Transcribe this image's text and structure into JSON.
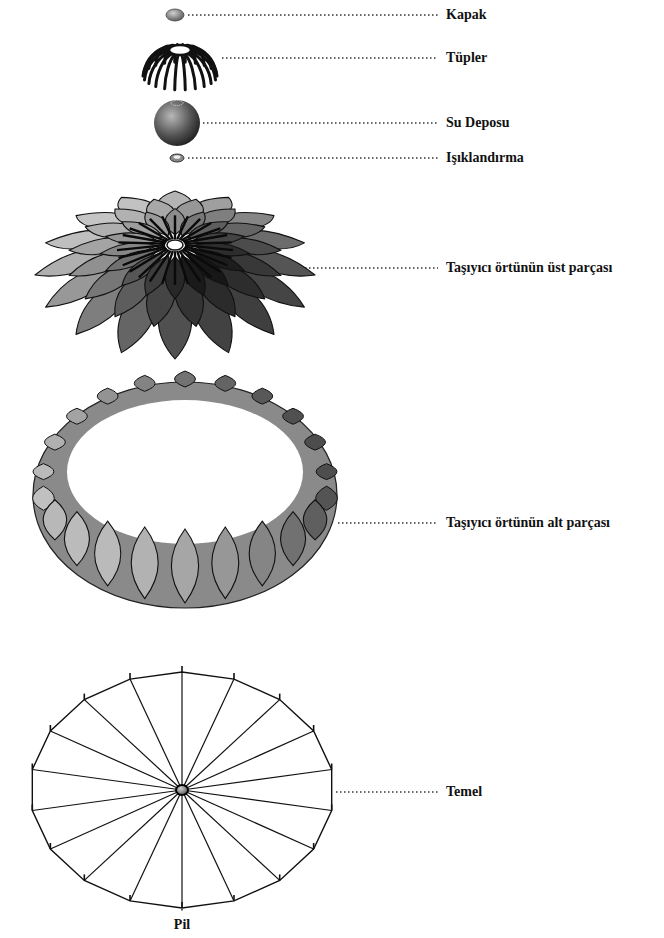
{
  "diagram": {
    "labels": [
      "Kapak",
      "Tüpler",
      "Su Deposu",
      "Işıklandırma",
      "Taşıyıcı örtünün üst parçası",
      "Taşıyıcı örtünün alt parçası",
      "Temel",
      "Pil"
    ]
  }
}
